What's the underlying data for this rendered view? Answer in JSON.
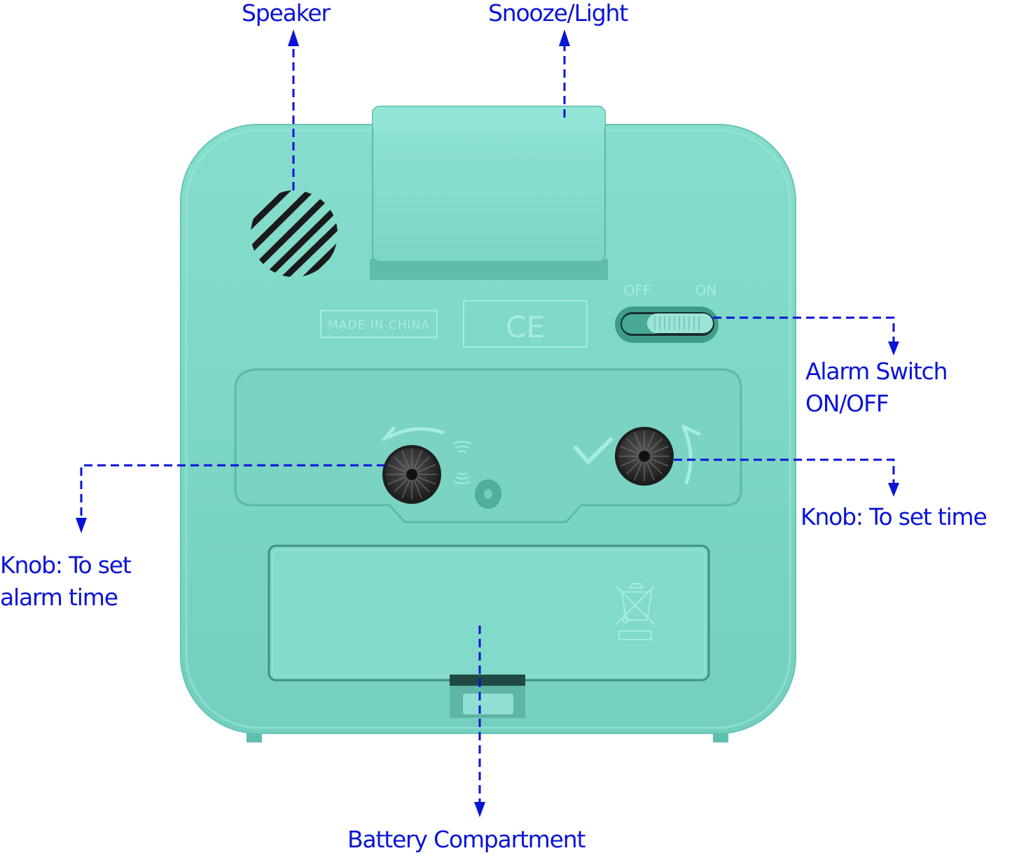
{
  "diagram": {
    "subject": "Alarm clock back panel",
    "colors": {
      "body": "#7fd8c8",
      "body_dark": "#56b6a6",
      "body_light": "#9ce6d8",
      "callout": "#0a14d6",
      "knob": "#2a2a2a",
      "background": "#ffffff"
    },
    "callouts": {
      "speaker": {
        "text": "Speaker"
      },
      "snooze": {
        "text": "Snooze/Light"
      },
      "alarm_switch": {
        "line1": "Alarm Switch",
        "line2": "ON/OFF"
      },
      "knob_time": {
        "text": "Knob: To set time"
      },
      "knob_alarm": {
        "line1": "Knob: To set",
        "line2": "alarm time"
      },
      "battery": {
        "text": "Battery Compartment"
      }
    },
    "embossed": {
      "made_in": "MADE IN CHINA",
      "ce_mark": "CE",
      "switch_off": "OFF",
      "switch_on": "ON"
    }
  }
}
